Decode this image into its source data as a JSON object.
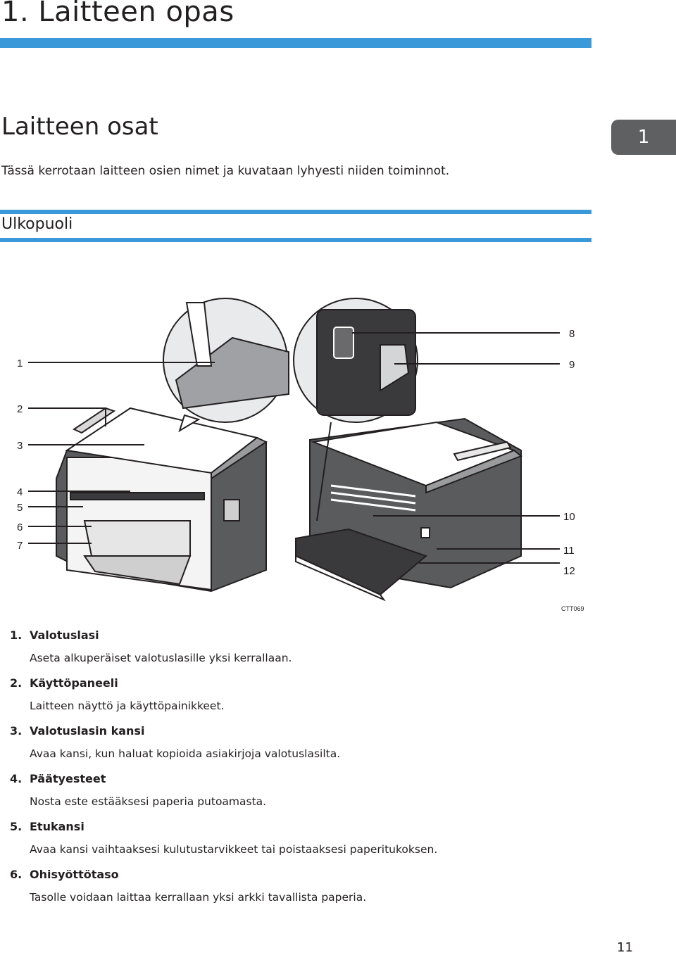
{
  "header": {
    "chapter_title": "1. Laitteen opas",
    "section_title": "Laitteen osat",
    "chapter_tab": "1",
    "intro": "Tässä kerrotaan laitteen osien nimet ja kuvataan lyhyesti niiden toiminnot.",
    "subsection_title": "Ulkopuoli"
  },
  "figure": {
    "code": "CTT069",
    "callouts": [
      "1",
      "2",
      "3",
      "4",
      "5",
      "6",
      "7",
      "8",
      "9",
      "10",
      "11",
      "12"
    ]
  },
  "items": [
    {
      "num": "1.",
      "name": "Valotuslasi",
      "desc": "Aseta alkuperäiset valotuslasille yksi kerrallaan."
    },
    {
      "num": "2.",
      "name": "Käyttöpaneeli",
      "desc": "Laitteen näyttö ja käyttöpainikkeet."
    },
    {
      "num": "3.",
      "name": "Valotuslasin kansi",
      "desc": "Avaa kansi, kun haluat kopioida asiakirjoja valotuslasilta."
    },
    {
      "num": "4.",
      "name": "Päätyesteet",
      "desc": "Nosta este estääksesi paperia putoamasta."
    },
    {
      "num": "5.",
      "name": "Etukansi",
      "desc": "Avaa kansi vaihtaaksesi kulutustarvikkeet tai poistaaksesi paperitukoksen."
    },
    {
      "num": "6.",
      "name": "Ohisyöttötaso",
      "desc": "Tasolle voidaan laittaa kerrallaan yksi arkki tavallista paperia."
    }
  ],
  "footer": {
    "page_number": "11"
  }
}
